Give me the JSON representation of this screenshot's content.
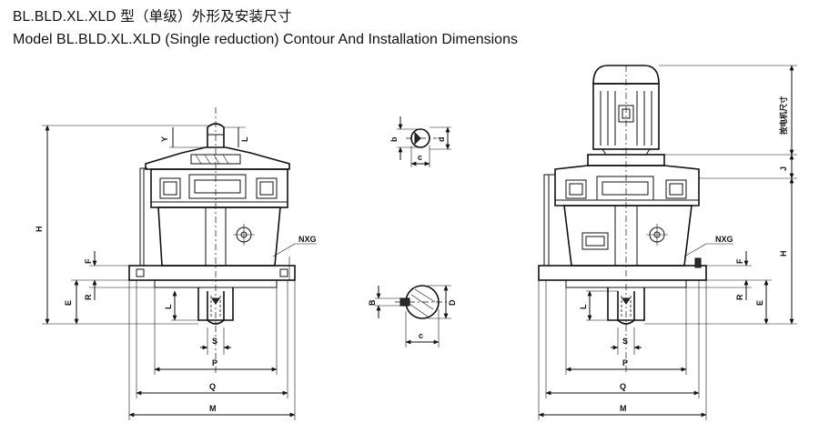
{
  "header": {
    "title_cn": "BL.BLD.XL.XLD 型（单级）外形及安装尺寸",
    "title_en": "Model BL.BLD.XL.XLD (Single reduction) Contour And Installation Dimensions"
  },
  "left_view": {
    "labels": {
      "H": "H",
      "Y": "Y",
      "L_top": "L",
      "F": "F",
      "R": "R",
      "E": "E",
      "L_shaft": "L",
      "NXG": "NXG",
      "S": "S",
      "P": "P",
      "Q": "Q",
      "M": "M"
    }
  },
  "shaft_sections": {
    "top": {
      "b": "b",
      "d": "d",
      "c": "c"
    },
    "bottom": {
      "B": "B",
      "D": "D",
      "c": "c"
    }
  },
  "right_view": {
    "labels": {
      "motor_size": "按电机尺寸",
      "J": "J",
      "H": "H",
      "NXG": "NXG",
      "F": "F",
      "R": "R",
      "E": "E",
      "L": "L",
      "S": "S",
      "P": "P",
      "Q": "Q",
      "M": "M"
    }
  }
}
